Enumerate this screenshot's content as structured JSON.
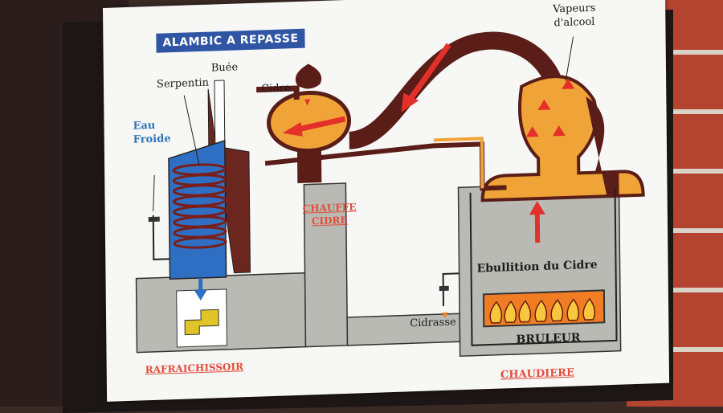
{
  "poster": {
    "title": "ALAMBIC A REPASSE",
    "labels": {
      "buee": "Buée",
      "serpentin": "Serpentin",
      "cidre": "Cidre",
      "eau_froide": "Eau\nFroide",
      "vapeurs": "Vapeurs\nd'alcool",
      "chauffe_cidre": "CHAUFFE\nCIDRE",
      "ebullition": "Ebullition du Cidre",
      "cidrasse": "Cidrasse",
      "bruleur": "BRULEUR",
      "rafraichissoir": "RAFRAICHISSOIR",
      "chaudiere": "CHAUDIERE"
    }
  },
  "colors": {
    "title_bg": "#2f55a4",
    "water": "#2f6fc3",
    "copper_orange": "#f0a437",
    "pipe_brown": "#5a1d18",
    "base_grey": "#b9bab4",
    "label_red": "#e24d3c",
    "arrow_red": "#e4302a",
    "flame_orange": "#f07d24"
  }
}
